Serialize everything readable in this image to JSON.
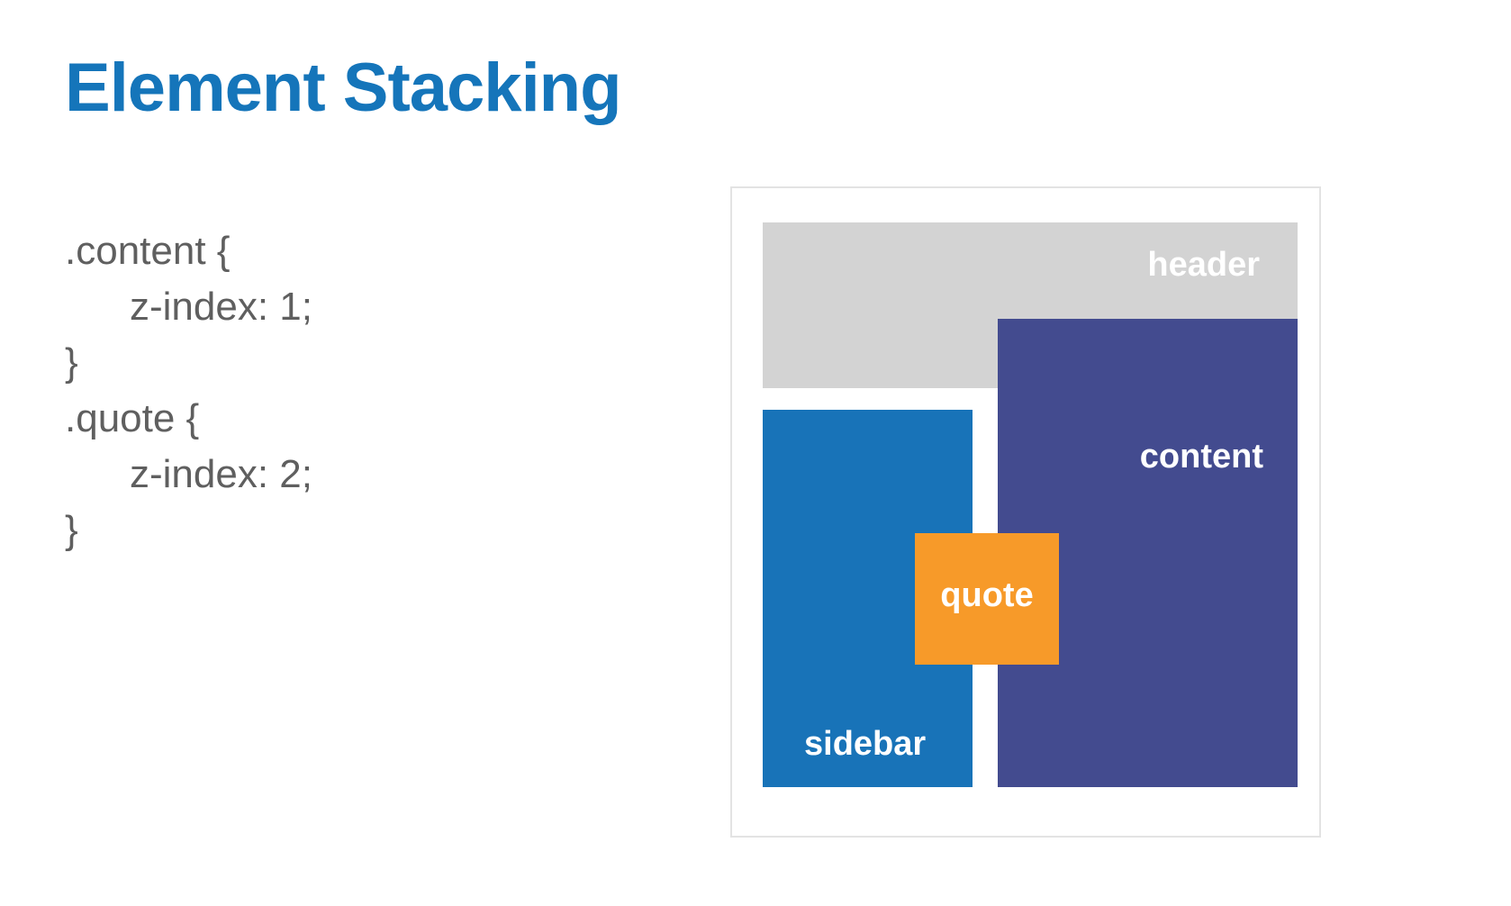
{
  "title": "Element Stacking",
  "code": {
    "lines": [
      ".content {",
      "z-index: 1;",
      "}",
      ".quote {",
      "z-index: 2;",
      "}"
    ]
  },
  "diagram": {
    "header_label": "header",
    "content_label": "content",
    "sidebar_label": "sidebar",
    "quote_label": "quote",
    "colors": {
      "title": "#1575ba",
      "header": "#d3d3d3",
      "sidebar": "#1873b8",
      "content": "#434b8f",
      "quote": "#f79a29"
    }
  }
}
